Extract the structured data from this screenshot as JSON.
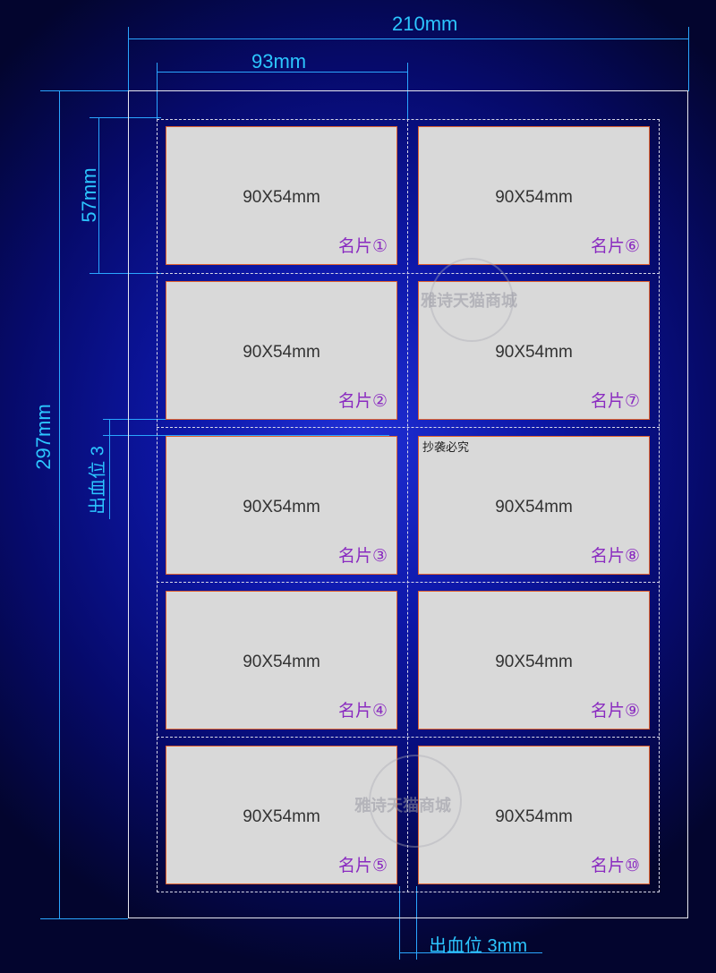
{
  "dimensions": {
    "sheet_width": "210mm",
    "card_pitch_width": "93mm",
    "card_pitch_height": "57mm",
    "sheet_height": "297mm",
    "bleed_vertical": "出血位 3",
    "bleed_bottom": "出血位 3mm"
  },
  "cards": [
    {
      "size": "90X54mm",
      "name": "名片①"
    },
    {
      "size": "90X54mm",
      "name": "名片②"
    },
    {
      "size": "90X54mm",
      "name": "名片③"
    },
    {
      "size": "90X54mm",
      "name": "名片④"
    },
    {
      "size": "90X54mm",
      "name": "名片⑤"
    },
    {
      "size": "90X54mm",
      "name": "名片⑥"
    },
    {
      "size": "90X54mm",
      "name": "名片⑦"
    },
    {
      "size": "90X54mm",
      "name": "名片⑧"
    },
    {
      "size": "90X54mm",
      "name": "名片⑨"
    },
    {
      "size": "90X54mm",
      "name": "名片⑩"
    }
  ],
  "watermark": {
    "store": "雅诗天猫商城",
    "notice": "抄袭必究"
  },
  "colors": {
    "dimension_line": "#2aa6ff",
    "card_fill": "#d9d9d9",
    "card_border": "#e0622f",
    "card_label": "#8a2bc0"
  }
}
